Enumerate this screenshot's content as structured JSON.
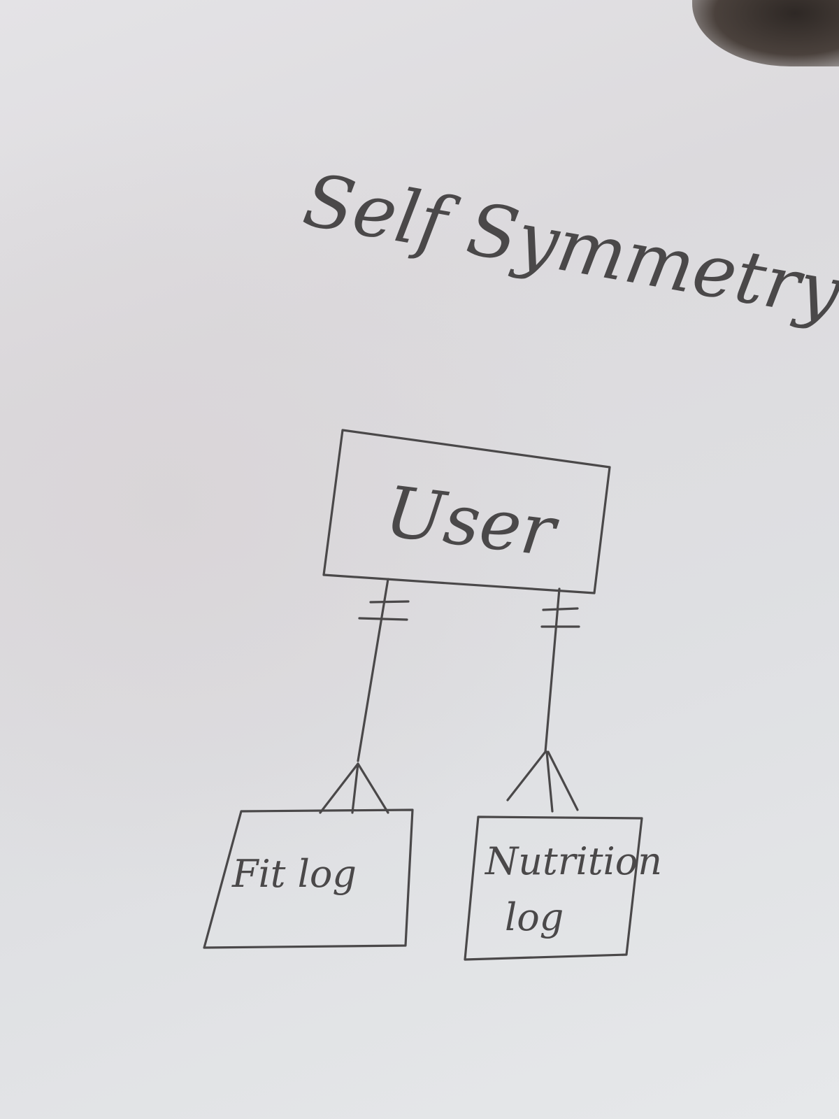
{
  "title": "Self Symmetry",
  "entities": {
    "user": "User",
    "fit_log": "Fit log",
    "nutrition_log_line1": "Nutrition",
    "nutrition_log_line2": "log"
  },
  "relationships": [
    {
      "from": "User",
      "to": "Fit log",
      "from_cardinality": "one",
      "to_cardinality": "many"
    },
    {
      "from": "User",
      "to": "Nutrition log",
      "from_cardinality": "one",
      "to_cardinality": "many"
    }
  ]
}
